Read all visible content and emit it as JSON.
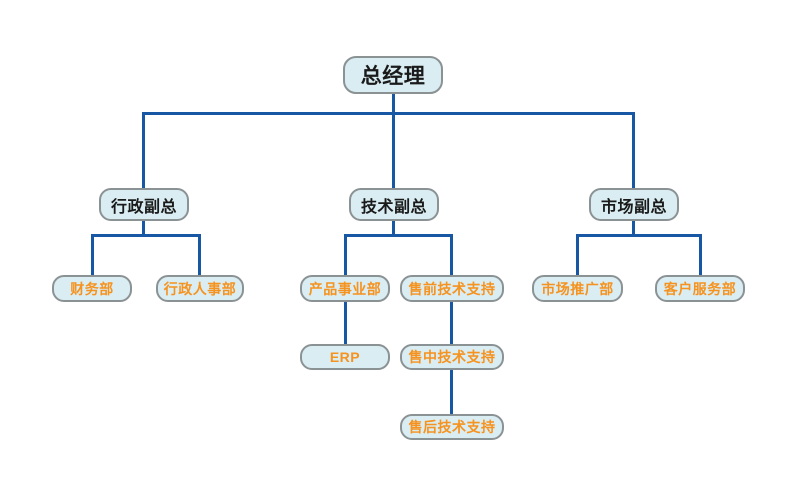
{
  "diagram": {
    "type": "org-chart",
    "background": "#ffffff",
    "colors": {
      "node_fill": "#d9edf2",
      "node_border": "#8b9294",
      "connector": "#1757a4",
      "executive_text": "#1a1a1a",
      "department_text": "#f6921e"
    },
    "nodes": {
      "ceo": {
        "label": "总经理",
        "level": 1
      },
      "vp_admin": {
        "label": "行政副总",
        "level": 2
      },
      "vp_tech": {
        "label": "技术副总",
        "level": 2
      },
      "vp_market": {
        "label": "市场副总",
        "level": 2
      },
      "finance": {
        "label": "财务部",
        "level": 3
      },
      "admin_hr": {
        "label": "行政人事部",
        "level": 3
      },
      "product_division": {
        "label": "产品事业部",
        "level": 3
      },
      "presales_support": {
        "label": "售前技术支持",
        "level": 3
      },
      "market_promotion": {
        "label": "市场推广部",
        "level": 3
      },
      "customer_service": {
        "label": "客户服务部",
        "level": 3
      },
      "erp": {
        "label": "ERP",
        "level": 4
      },
      "midsales_support": {
        "label": "售中技术支持",
        "level": 4
      },
      "aftersales_support": {
        "label": "售后技术支持",
        "level": 5
      }
    },
    "edges": [
      [
        "ceo",
        "vp_admin"
      ],
      [
        "ceo",
        "vp_tech"
      ],
      [
        "ceo",
        "vp_market"
      ],
      [
        "vp_admin",
        "finance"
      ],
      [
        "vp_admin",
        "admin_hr"
      ],
      [
        "vp_tech",
        "product_division"
      ],
      [
        "vp_tech",
        "presales_support"
      ],
      [
        "vp_market",
        "market_promotion"
      ],
      [
        "vp_market",
        "customer_service"
      ],
      [
        "product_division",
        "erp"
      ],
      [
        "presales_support",
        "midsales_support"
      ],
      [
        "midsales_support",
        "aftersales_support"
      ]
    ]
  }
}
